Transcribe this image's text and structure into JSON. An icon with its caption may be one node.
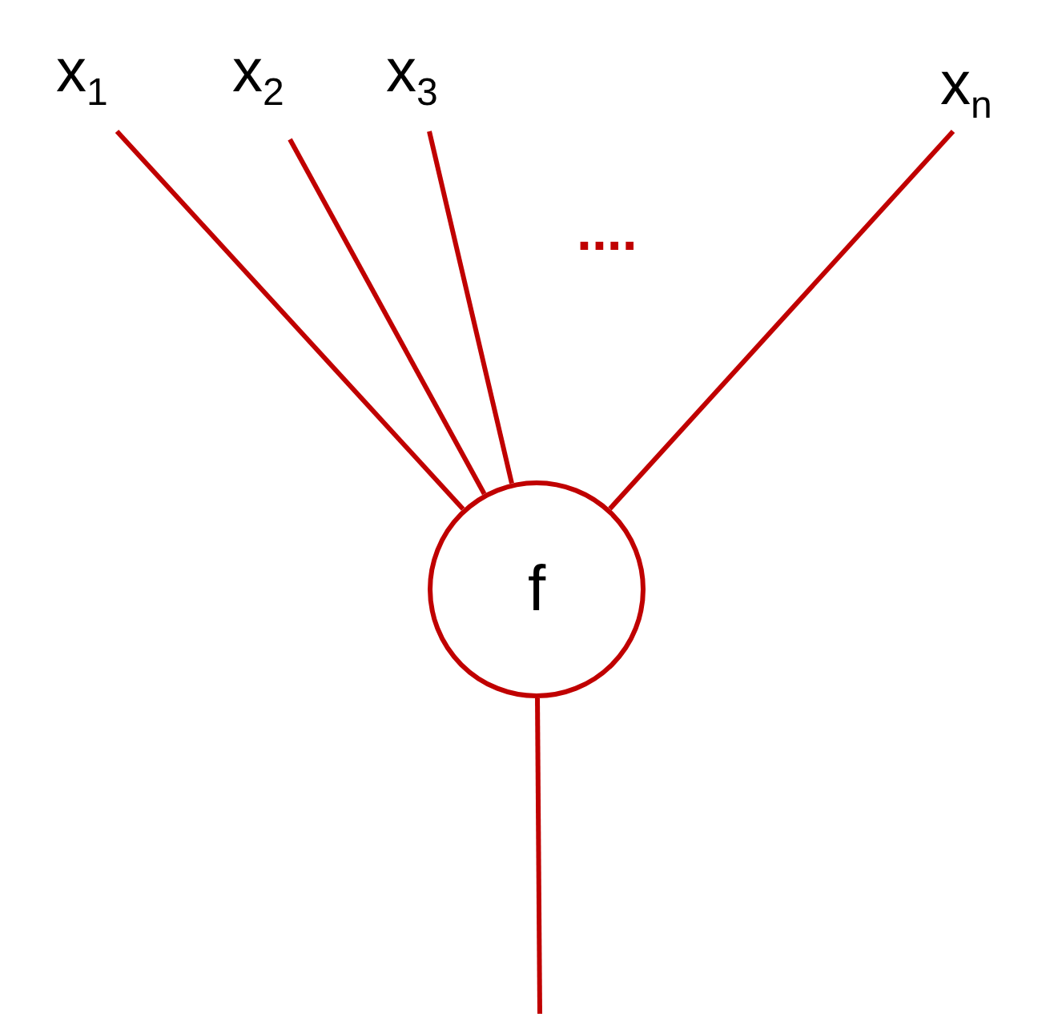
{
  "diagram": {
    "nodes": [
      {
        "text": [
          "x$_{1}$"
        ]
      },
      {
        "text": [
          "x$_{2}$"
        ]
      },
      {
        "text": [
          "x$_{3}$"
        ]
      },
      {
        "text": [
          "x$_{n}$"
        ]
      },
      {
        "text": [
          "f"
        ]
      }
    ],
    "edges": [
      {
        "from": 0,
        "to": 4,
        "arrow": "none"
      },
      {
        "from": 1,
        "to": 4,
        "arrow": "none"
      },
      {
        "from": 2,
        "to": 4,
        "arrow": "none"
      },
      {
        "from": 3,
        "to": 4,
        "arrow": "none"
      },
      {
        "from": 4,
        "to": null,
        "arrow": "none"
      }
    ],
    "labels": [
      "...."
    ]
  }
}
